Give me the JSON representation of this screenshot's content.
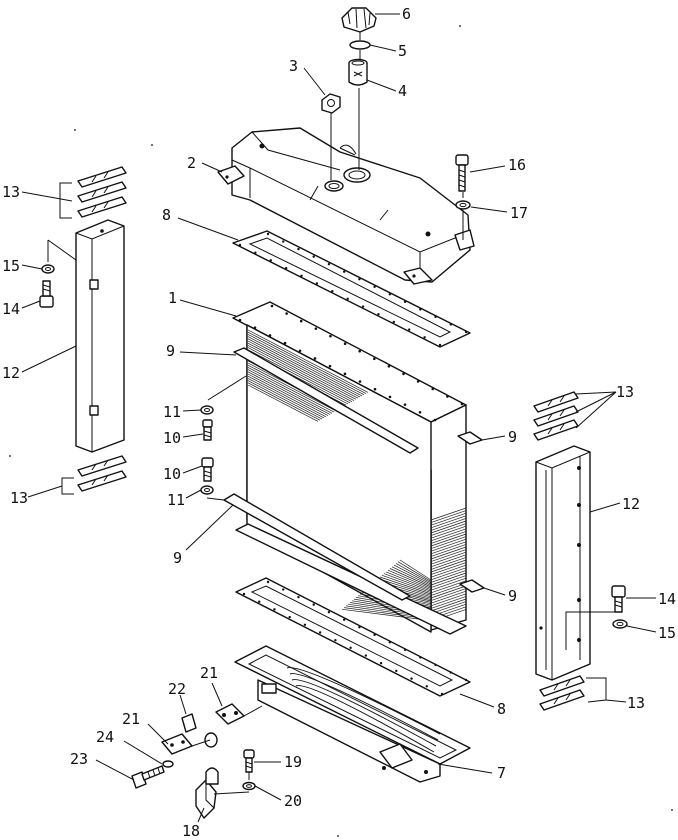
{
  "diagram": {
    "callouts": [
      {
        "id": "c6a",
        "text": "6"
      },
      {
        "id": "c5a",
        "text": "5"
      },
      {
        "id": "c4a",
        "text": "4"
      },
      {
        "id": "c3a",
        "text": "3"
      },
      {
        "id": "c2a",
        "text": "2"
      },
      {
        "id": "c16a",
        "text": "16"
      },
      {
        "id": "c17a",
        "text": "17"
      },
      {
        "id": "c8a",
        "text": "8"
      },
      {
        "id": "c1a",
        "text": "1"
      },
      {
        "id": "c9a",
        "text": "9"
      },
      {
        "id": "c9b",
        "text": "9"
      },
      {
        "id": "c9c",
        "text": "9"
      },
      {
        "id": "c9d",
        "text": "9"
      },
      {
        "id": "c11a",
        "text": "11"
      },
      {
        "id": "c10a",
        "text": "10"
      },
      {
        "id": "c10b",
        "text": "10"
      },
      {
        "id": "c11b",
        "text": "11"
      },
      {
        "id": "c13a",
        "text": "13"
      },
      {
        "id": "c13b",
        "text": "13"
      },
      {
        "id": "c13c",
        "text": "13"
      },
      {
        "id": "c13d",
        "text": "13"
      },
      {
        "id": "c15a",
        "text": "15"
      },
      {
        "id": "c14a",
        "text": "14"
      },
      {
        "id": "c12a",
        "text": "12"
      },
      {
        "id": "c12b",
        "text": "12"
      },
      {
        "id": "c14b",
        "text": "14"
      },
      {
        "id": "c15b",
        "text": "15"
      },
      {
        "id": "c8b",
        "text": "8"
      },
      {
        "id": "c7a",
        "text": "7"
      },
      {
        "id": "c21a",
        "text": "21"
      },
      {
        "id": "c21b",
        "text": "21"
      },
      {
        "id": "c22a",
        "text": "22"
      },
      {
        "id": "c24a",
        "text": "24"
      },
      {
        "id": "c23a",
        "text": "23"
      },
      {
        "id": "c19a",
        "text": "19"
      },
      {
        "id": "c20a",
        "text": "20"
      },
      {
        "id": "c18a",
        "text": "18"
      }
    ]
  }
}
